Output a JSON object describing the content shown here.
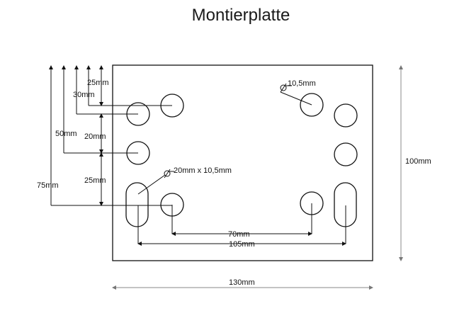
{
  "title": "Montierplatte",
  "labels": {
    "top_offset_25": "25mm",
    "offset_30": "30mm",
    "offset_50": "50mm",
    "spacing_20": "20mm",
    "spacing_25": "25mm",
    "offset_75": "75mm",
    "hole_diameter": "10,5mm",
    "slot_size": "20mm x 10,5mm",
    "spacing_70": "70mm",
    "spacing_105": "105mm",
    "height_100": "100mm",
    "width_130": "130mm"
  }
}
